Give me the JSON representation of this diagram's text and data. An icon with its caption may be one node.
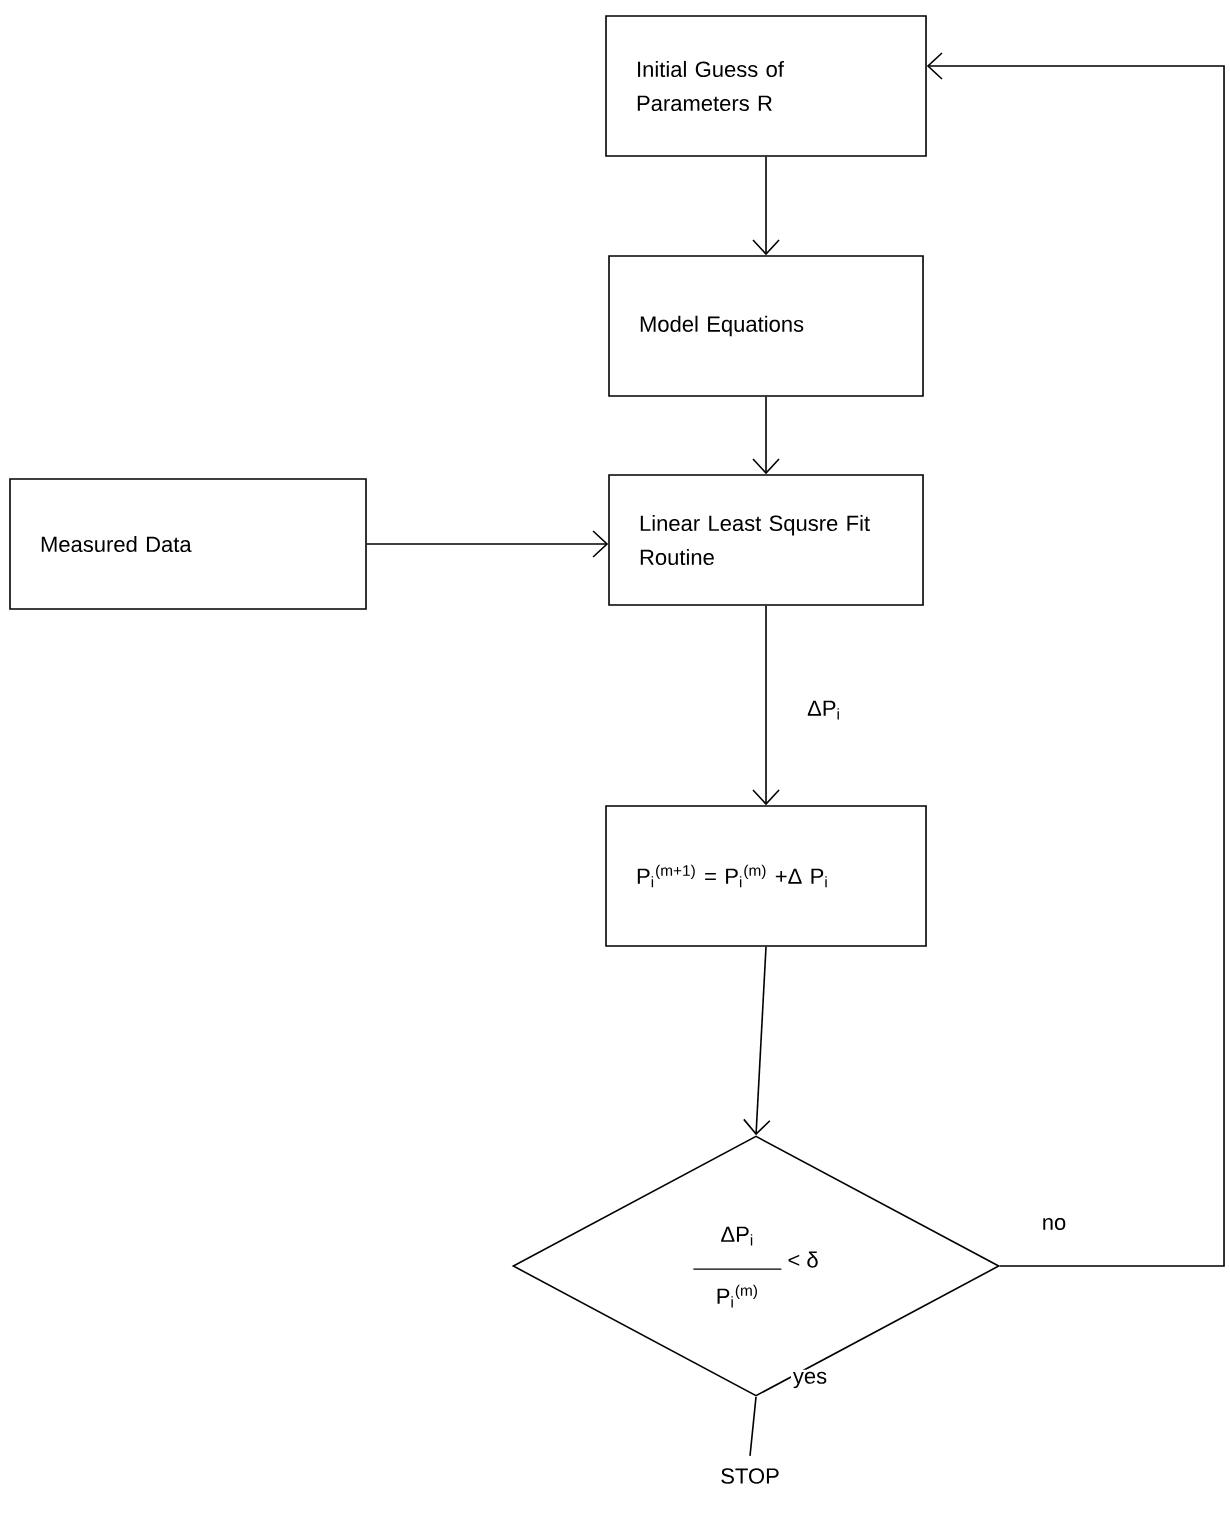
{
  "diagram": {
    "nodes": [
      {
        "text": [
          "Initial Guess of Parameters R"
        ]
      },
      {
        "text": [
          "Model Equations"
        ]
      },
      {
        "text": [
          "Measured Data"
        ]
      },
      {
        "text": [
          "Linear Least Squsre Fit Routine"
        ]
      },
      {
        "text": [
          "P$_{i}$$^{(m+1)}$ = P$_{i}$$^{(m)}$ +Δ P$_{i}$"
        ]
      },
      {
        "text": [
          "ΔP$_{i}$",
          "P$_{i}$$^{(m)}$",
          "< δ"
        ]
      },
      {
        "text": [
          "STOP"
        ]
      }
    ],
    "edges": [
      {
        "from": 0,
        "to": 1,
        "arrow": "to"
      },
      {
        "from": 1,
        "to": 3,
        "arrow": "to"
      },
      {
        "from": 2,
        "to": 3,
        "arrow": "to"
      },
      {
        "from": 3,
        "to": 4,
        "arrow": "to",
        "label": "ΔP$_{i}$"
      },
      {
        "from": 4,
        "to": 5,
        "arrow": "to"
      },
      {
        "from": 5,
        "to": 0,
        "arrow": "to",
        "label": "no"
      },
      {
        "from": 5,
        "to": 6,
        "arrow": "none",
        "label": "yes"
      }
    ]
  }
}
